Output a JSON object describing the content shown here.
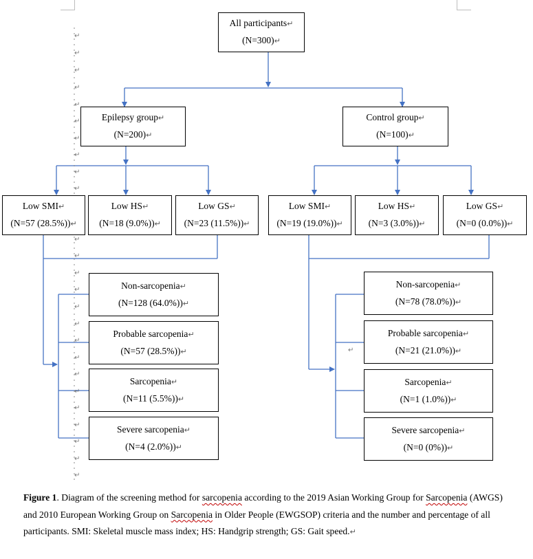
{
  "pilcrow": "↵",
  "boxes": {
    "all": {
      "label": "All participants",
      "count": "(N=300)"
    },
    "epilepsy": {
      "label": "Epilepsy group",
      "count": "(N=200)"
    },
    "control": {
      "label": "Control group",
      "count": "(N=100)"
    },
    "ep_low_smi": {
      "label": "Low SMI",
      "count": "(N=57 (28.5%))"
    },
    "ep_low_hs": {
      "label": "Low HS",
      "count": "(N=18 (9.0%))"
    },
    "ep_low_gs": {
      "label": "Low GS",
      "count": "(N=23 (11.5%))"
    },
    "ct_low_smi": {
      "label": "Low SMI",
      "count": "(N=19 (19.0%))"
    },
    "ct_low_hs": {
      "label": "Low HS",
      "count": "(N=3 (3.0%))"
    },
    "ct_low_gs": {
      "label": "Low GS",
      "count": "(N=0 (0.0%))"
    },
    "ep_non": {
      "label": "Non-sarcopenia",
      "count": "(N=128 (64.0%))"
    },
    "ep_probable": {
      "label": "Probable sarcopenia",
      "count": "(N=57 (28.5%))"
    },
    "ep_sarc": {
      "label": "Sarcopenia",
      "count": "(N=11 (5.5%))"
    },
    "ep_severe": {
      "label": "Severe sarcopenia",
      "count": "(N=4 (2.0%))"
    },
    "ct_non": {
      "label": "Non-sarcopenia",
      "count": "(N=78 (78.0%))"
    },
    "ct_probable": {
      "label": "Probable sarcopenia",
      "count": "(N=21 (21.0%))"
    },
    "ct_sarc": {
      "label": "Sarcopenia",
      "count": "(N=1 (1.0%))"
    },
    "ct_severe": {
      "label": "Severe sarcopenia",
      "count": "(N=0 (0%))"
    }
  },
  "caption": {
    "figure_label": "Figure 1",
    "t1": ". Diagram of the screening method for ",
    "w1": "sarcopenia",
    "t2": " according to the 2019 Asian Working Group for ",
    "w2": "Sarcopenia",
    "t3": " (AWGS) and 2010 European Working Group on ",
    "w3": "Sarcopenia",
    "t4": " in Older People (EWGSOP) criteria and the number and percentage of all participants. SMI: Skeletal muscle mass index; HS: Handgrip strength; GS: Gait speed."
  },
  "colors": {
    "connector": "#4472c4",
    "box_border": "#000000",
    "spell_underline": "#c00000"
  }
}
